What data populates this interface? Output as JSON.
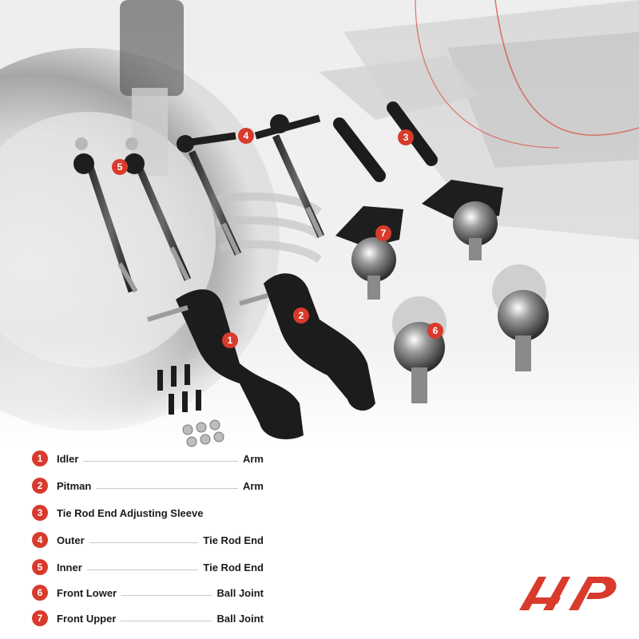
{
  "colors": {
    "accent": "#d83a2c",
    "text": "#1a1a1a"
  },
  "callouts": [
    "1",
    "2",
    "3",
    "4",
    "5",
    "6",
    "7"
  ],
  "legend": [
    {
      "num": "1",
      "left": "Idler",
      "right": "Arm"
    },
    {
      "num": "2",
      "left": "Pitman",
      "right": "Arm"
    },
    {
      "num": "3",
      "left": "Tie Rod End Adjusting Sleeve",
      "right": ""
    },
    {
      "num": "4",
      "left": "Outer",
      "right": "Tie Rod End"
    },
    {
      "num": "5",
      "left": "Inner",
      "right": "Tie Rod End"
    },
    {
      "num": "6",
      "left": "Front Lower",
      "right": "Ball Joint"
    },
    {
      "num": "7",
      "left": "Front Upper",
      "right": "Ball Joint"
    }
  ],
  "logo": {
    "icon": "brand-logo-icon"
  }
}
